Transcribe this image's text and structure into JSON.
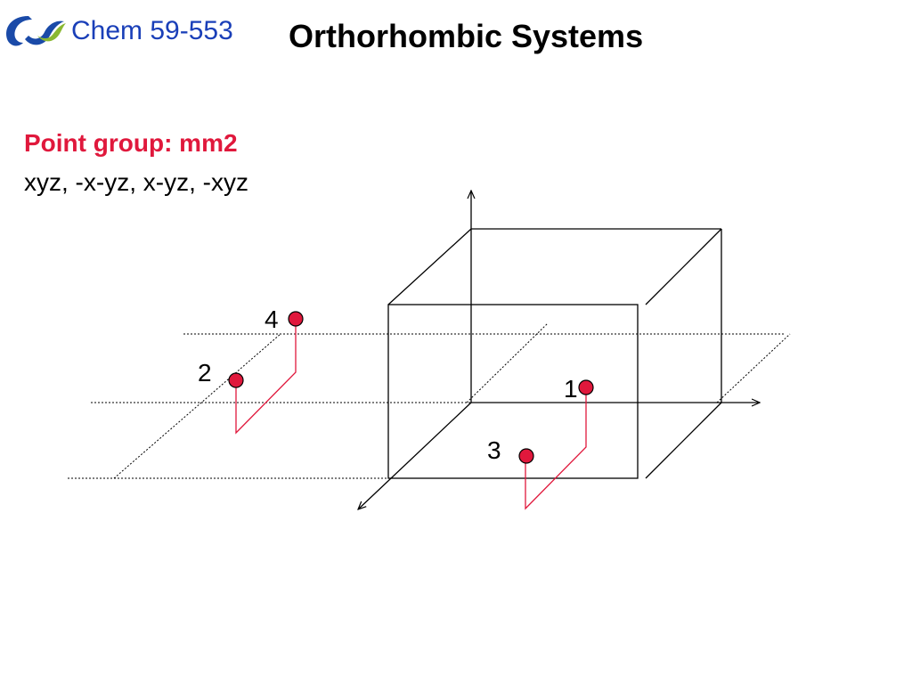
{
  "header": {
    "course": "Chem 59-553",
    "title": "Orthorhombic Systems"
  },
  "content": {
    "point_group": "Point group: mm2",
    "operations": "xyz, -x-yz, x-yz, -xyz"
  },
  "points": [
    {
      "label": "4"
    },
    {
      "label": "2"
    },
    {
      "label": "1"
    },
    {
      "label": "3"
    }
  ],
  "colors": {
    "accent": "#e0183c",
    "course": "#1a3fb8",
    "logo_blue": "#1a4aa8",
    "logo_green": "#8ab832"
  },
  "icons": {
    "logo": "university-logo"
  }
}
